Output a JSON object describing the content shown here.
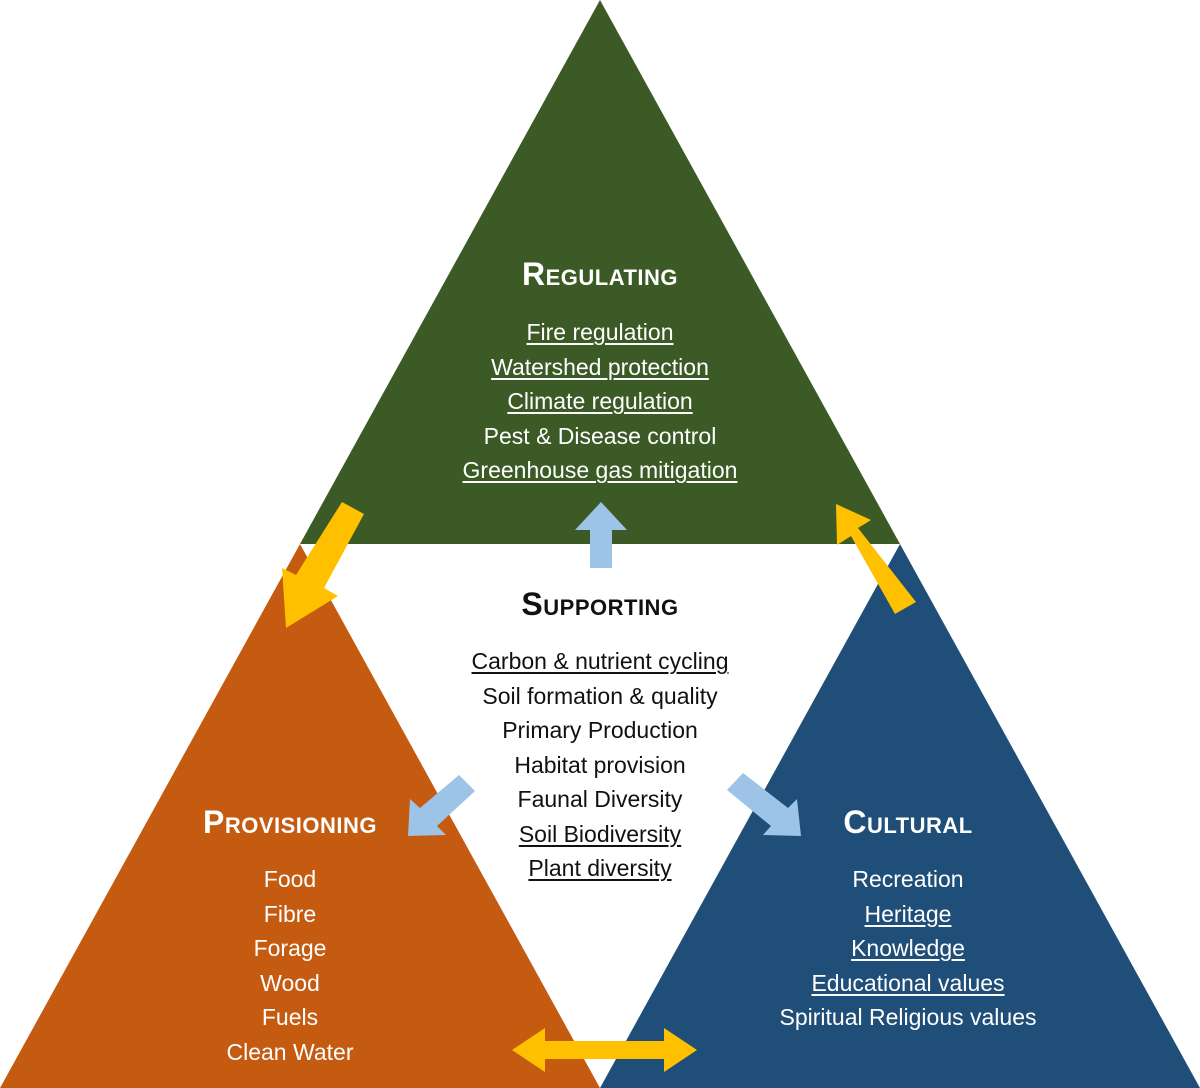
{
  "colors": {
    "regulating": "#3b5a25",
    "provisioning": "#c55a11",
    "cultural": "#1f4e79",
    "supporting": "#ffffff",
    "arrow_yellow": "#ffc000",
    "arrow_blue": "#9dc3e6"
  },
  "regulating": {
    "title": "Regulating",
    "items": [
      {
        "text": "Fire regulation",
        "underlined": true
      },
      {
        "text": "Watershed protection",
        "underlined": true
      },
      {
        "text": "Climate regulation",
        "underlined": true
      },
      {
        "text": "Pest & Disease control",
        "underlined": false
      },
      {
        "text": "Greenhouse gas mitigation",
        "underlined": true
      }
    ]
  },
  "supporting": {
    "title": "Supporting",
    "items": [
      {
        "text": "Carbon & nutrient cycling",
        "underlined": true
      },
      {
        "text": "Soil formation & quality",
        "underlined": false
      },
      {
        "text": "Primary Production",
        "underlined": false
      },
      {
        "text": "Habitat provision",
        "underlined": false
      },
      {
        "text": "Faunal Diversity",
        "underlined": false
      },
      {
        "text": "Soil Biodiversity",
        "underlined": true
      },
      {
        "text": "Plant diversity",
        "underlined": true
      }
    ]
  },
  "provisioning": {
    "title": "Provisioning",
    "items": [
      {
        "text": "Food",
        "underlined": false
      },
      {
        "text": "Fibre",
        "underlined": false
      },
      {
        "text": "Forage",
        "underlined": false
      },
      {
        "text": "Wood",
        "underlined": false
      },
      {
        "text": "Fuels",
        "underlined": false
      },
      {
        "text": "Clean Water",
        "underlined": false
      }
    ]
  },
  "cultural": {
    "title": "Cultural",
    "items": [
      {
        "text": "Recreation",
        "underlined": false
      },
      {
        "text": "Heritage",
        "underlined": true
      },
      {
        "text": "Knowledge",
        "underlined": true
      },
      {
        "text": "Educational values",
        "underlined": true
      },
      {
        "text": "Spiritual Religious values",
        "underlined": false
      }
    ]
  }
}
